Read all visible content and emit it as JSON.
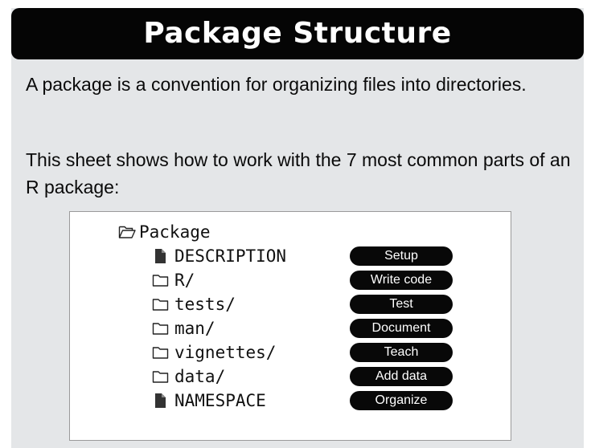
{
  "header": {
    "title": "Package Structure"
  },
  "intro": {
    "paragraph1": "A package is a convention for organizing files into directories.",
    "paragraph2": "This sheet shows how to work with the 7 most common parts of an R package:"
  },
  "tree": {
    "root": {
      "name": "Package",
      "icon": "folder-open-icon"
    },
    "items": [
      {
        "name": "DESCRIPTION",
        "icon": "file-icon",
        "badge": "Setup"
      },
      {
        "name": "R/",
        "icon": "folder-icon",
        "badge": "Write code"
      },
      {
        "name": "tests/",
        "icon": "folder-icon",
        "badge": "Test"
      },
      {
        "name": "man/",
        "icon": "folder-icon",
        "badge": "Document"
      },
      {
        "name": "vignettes/",
        "icon": "folder-icon",
        "badge": "Teach"
      },
      {
        "name": "data/",
        "icon": "folder-icon",
        "badge": "Add data"
      },
      {
        "name": "NAMESPACE",
        "icon": "file-icon",
        "badge": "Organize"
      }
    ]
  },
  "colors": {
    "header_bg": "#050505",
    "panel_bg": "#e4e6e8",
    "badge_bg": "#080808",
    "badge_text": "#ffffff"
  }
}
